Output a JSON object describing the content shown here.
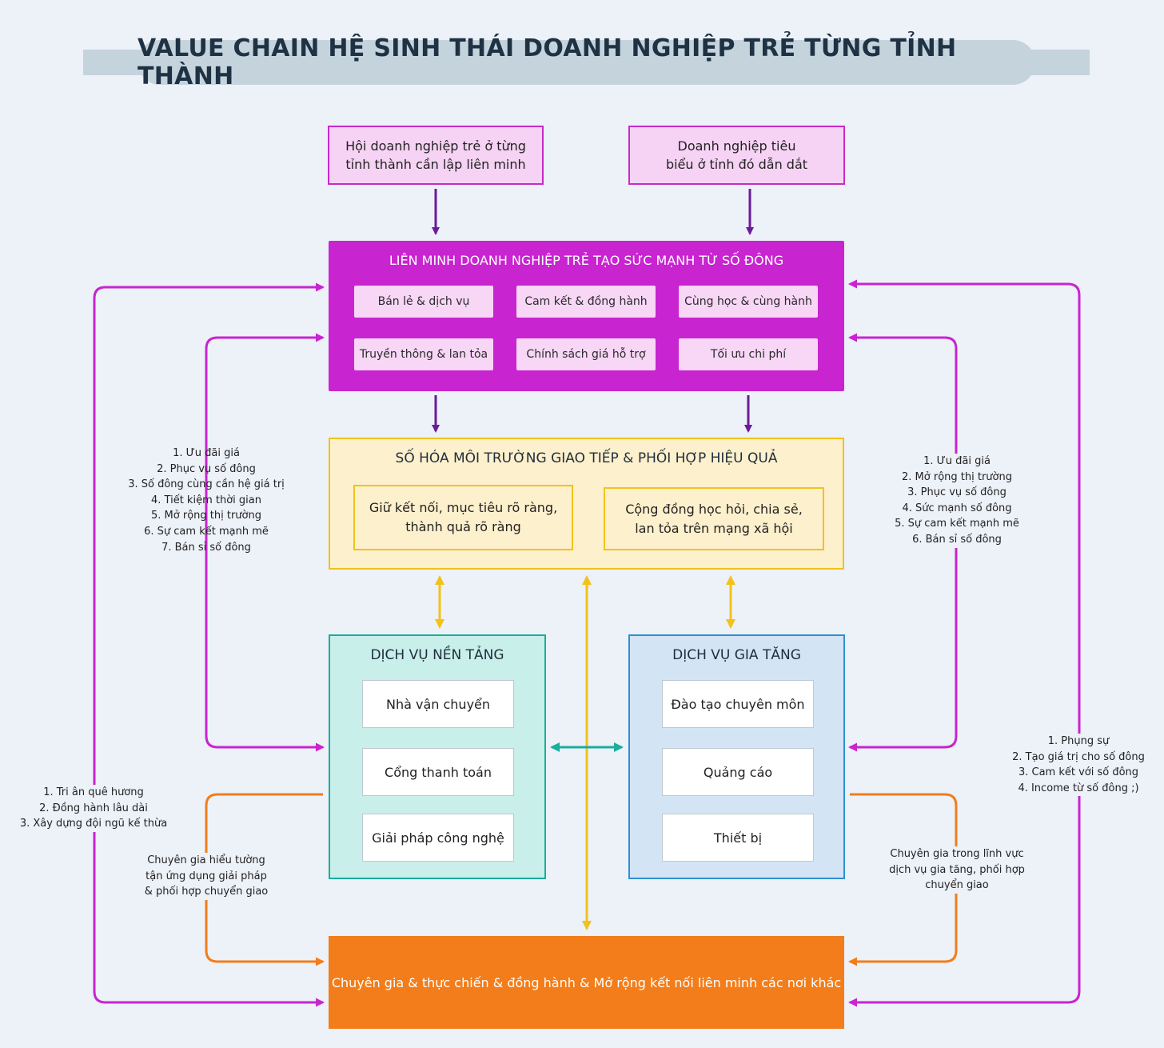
{
  "title": "VALUE CHAIN HỆ SINH THÁI DOANH NGHIỆP TRẺ TỪNG TỈNH THÀNH",
  "top_boxes": {
    "left": "Hội doanh nghiệp trẻ ở từng\ntỉnh thành cần lập liên minh",
    "right": "Doanh nghiệp tiêu\nbiểu ở tỉnh đó dẫn dắt"
  },
  "alliance": {
    "title": "LIÊN MINH DOANH NGHIỆP TRẺ TẠO SỨC MẠNH TỪ SỐ ĐÔNG",
    "items": [
      "Bán lẻ & dịch vụ",
      "Cam kết & đồng hành",
      "Cùng học & cùng hành",
      "Truyền thông & lan tỏa",
      "Chính sách giá hỗ trợ",
      "Tối ưu chi phí"
    ]
  },
  "digital": {
    "title": "SỐ HÓA MÔI TRƯỜNG GIAO TIẾP & PHỐI HỢP HIỆU QUẢ",
    "left": "Giữ kết nối, mục tiêu rõ ràng,\nthành quả rõ ràng",
    "right": "Cộng đồng học hỏi, chia sẻ,\nlan tỏa trên mạng xã hội"
  },
  "platform": {
    "title": "DỊCH VỤ NỀN TẢNG",
    "items": [
      "Nhà vận chuyển",
      "Cổng thanh toán",
      "Giải pháp công nghệ"
    ]
  },
  "value_added": {
    "title": "DỊCH VỤ GIA TĂNG",
    "items": [
      "Đào tạo chuyên môn",
      "Quảng cáo",
      "Thiết bị"
    ]
  },
  "expert": "Chuyên gia & thực chiến & đồng hành & Mở rộng kết nối liên minh các nơi khác",
  "notes": {
    "left_inner": "1. Ưu đãi giá\n2. Phục vụ số đông\n3. Số đông cùng cần hệ giá trị\n4. Tiết kiệm thời gian\n5. Mở rộng thị trường\n6. Sự cam kết mạnh mẽ\n7. Bán sỉ số đông",
    "left_outer": "1. Tri ân quê hương\n2. Đồng hành lâu dài\n3. Xây dựng đội ngũ kế thừa",
    "left_expert": "Chuyên gia hiểu tường\ntận ứng dụng giải pháp\n& phối hợp chuyển giao",
    "right_inner": "1. Ưu đãi giá\n2. Mở rộng thị trường\n3. Phục vụ số đông\n4. Sức mạnh số đông\n5. Sự cam kết mạnh mẽ\n6. Bán sỉ số đông",
    "right_outer": "1. Phụng sự\n2. Tạo giá trị cho số đông\n3. Cam kết với số đông\n4. Income từ số đông ;)",
    "right_expert": "Chuyên gia trong lĩnh vực\ndịch vụ gia tăng, phối hợp\nchuyển giao"
  },
  "colors": {
    "magenta": "#c824d0",
    "yellow": "#f2c21a",
    "teal": "#1aae9c",
    "blue": "#2f8fd0",
    "orange": "#f27d1a",
    "purple_arrow": "#6a1b9a"
  }
}
